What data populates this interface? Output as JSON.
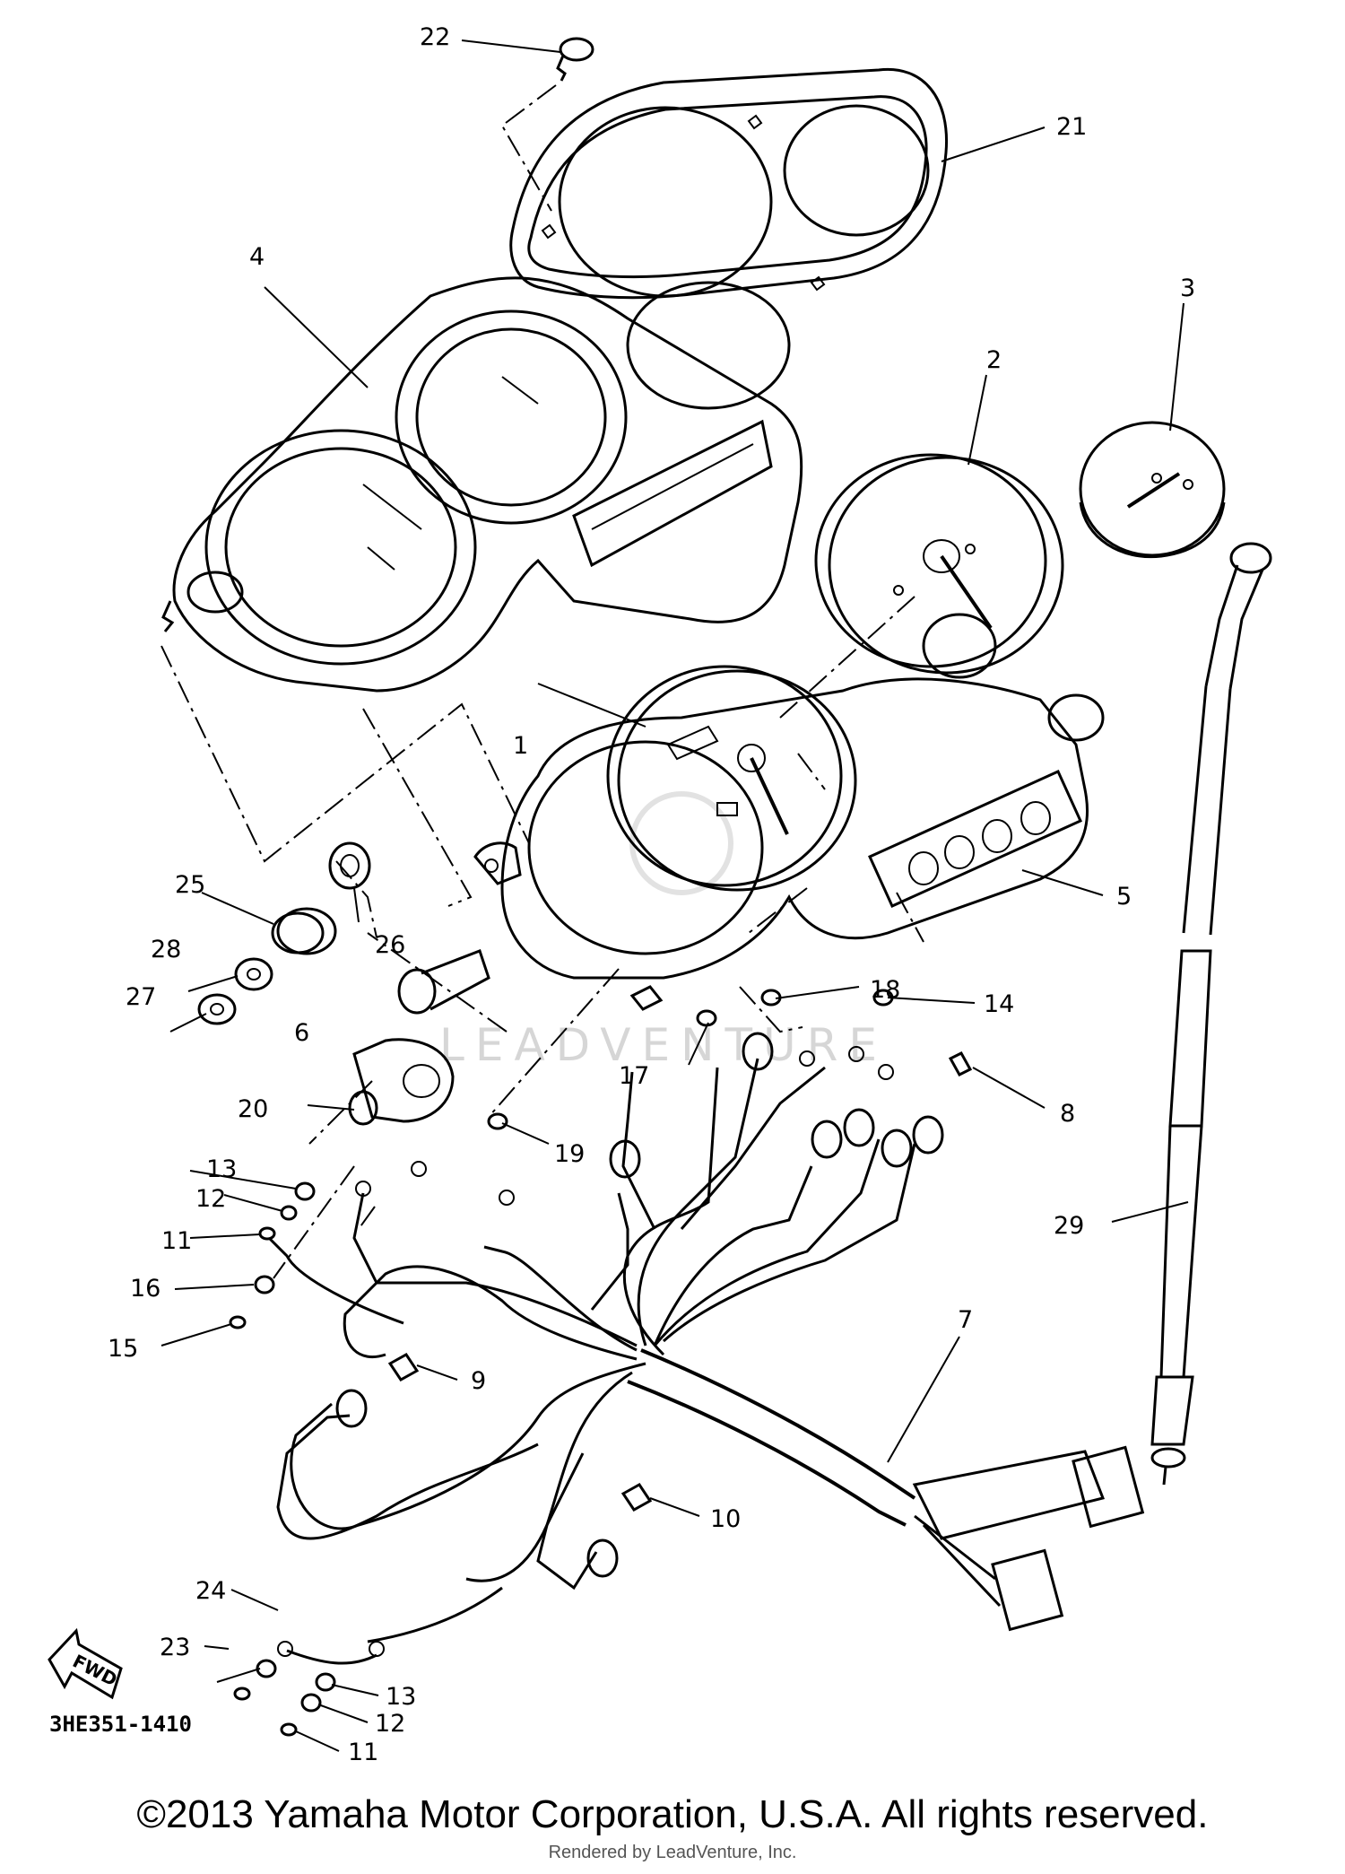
{
  "page": {
    "diagram_code": "3HE351-1410",
    "watermark": "LEADVENTURE",
    "fwd_label": "FWD",
    "copyright": "©2013 Yamaha Motor Corporation, U.S.A. All rights reserved.",
    "rendered_by": "Rendered by LeadVenture, Inc."
  },
  "callouts": [
    "1",
    "2",
    "3",
    "4",
    "5",
    "6",
    "7",
    "8",
    "9",
    "10",
    "11",
    "12",
    "13",
    "14",
    "15",
    "16",
    "17",
    "18",
    "19",
    "20",
    "21",
    "22",
    "23",
    "24",
    "25",
    "26",
    "27",
    "28",
    "29",
    "11",
    "12",
    "13"
  ]
}
